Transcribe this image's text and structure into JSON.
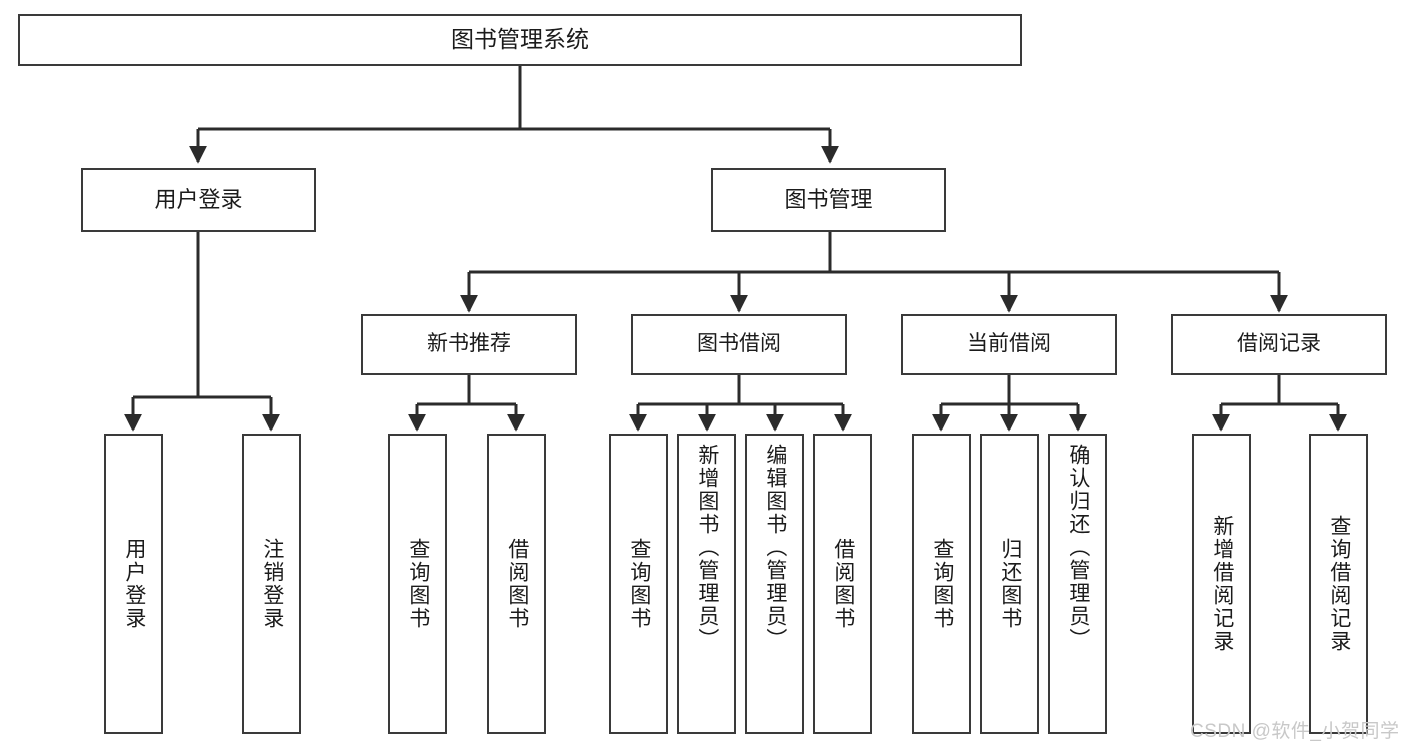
{
  "diagram": {
    "title": "图书管理系统",
    "type": "tree-hierarchy-diagram",
    "colors": {
      "box_border": "#3a3a3a",
      "box_fill": "#ffffff",
      "connector": "#2b2b2b",
      "text": "#1b1b1b",
      "watermark": "#c8c8c8",
      "background": "#ffffff"
    },
    "root": {
      "label": "图书管理系统"
    },
    "level1": [
      {
        "label": "用户登录"
      },
      {
        "label": "图书管理"
      }
    ],
    "level2": [
      {
        "label": "新书推荐"
      },
      {
        "label": "图书借阅"
      },
      {
        "label": "当前借阅"
      },
      {
        "label": "借阅记录"
      }
    ],
    "leaves": {
      "user_login": [
        {
          "label": "用户登录"
        },
        {
          "label": "注销登录"
        }
      ],
      "new_book_recommend": [
        {
          "label": "查询图书"
        },
        {
          "label": "借阅图书"
        }
      ],
      "book_borrow": [
        {
          "label": "查询图书"
        },
        {
          "label": "新增图书（管理员）"
        },
        {
          "label": "编辑图书（管理员）"
        },
        {
          "label": "借阅图书"
        }
      ],
      "current_borrow": [
        {
          "label": "查询图书"
        },
        {
          "label": "归还图书"
        },
        {
          "label": "确认归还（管理员）"
        }
      ],
      "borrow_record": [
        {
          "label": "新增借阅记录"
        },
        {
          "label": "查询借阅记录"
        }
      ]
    },
    "watermark": {
      "text": "CSDN @软件_小贺同学"
    }
  }
}
